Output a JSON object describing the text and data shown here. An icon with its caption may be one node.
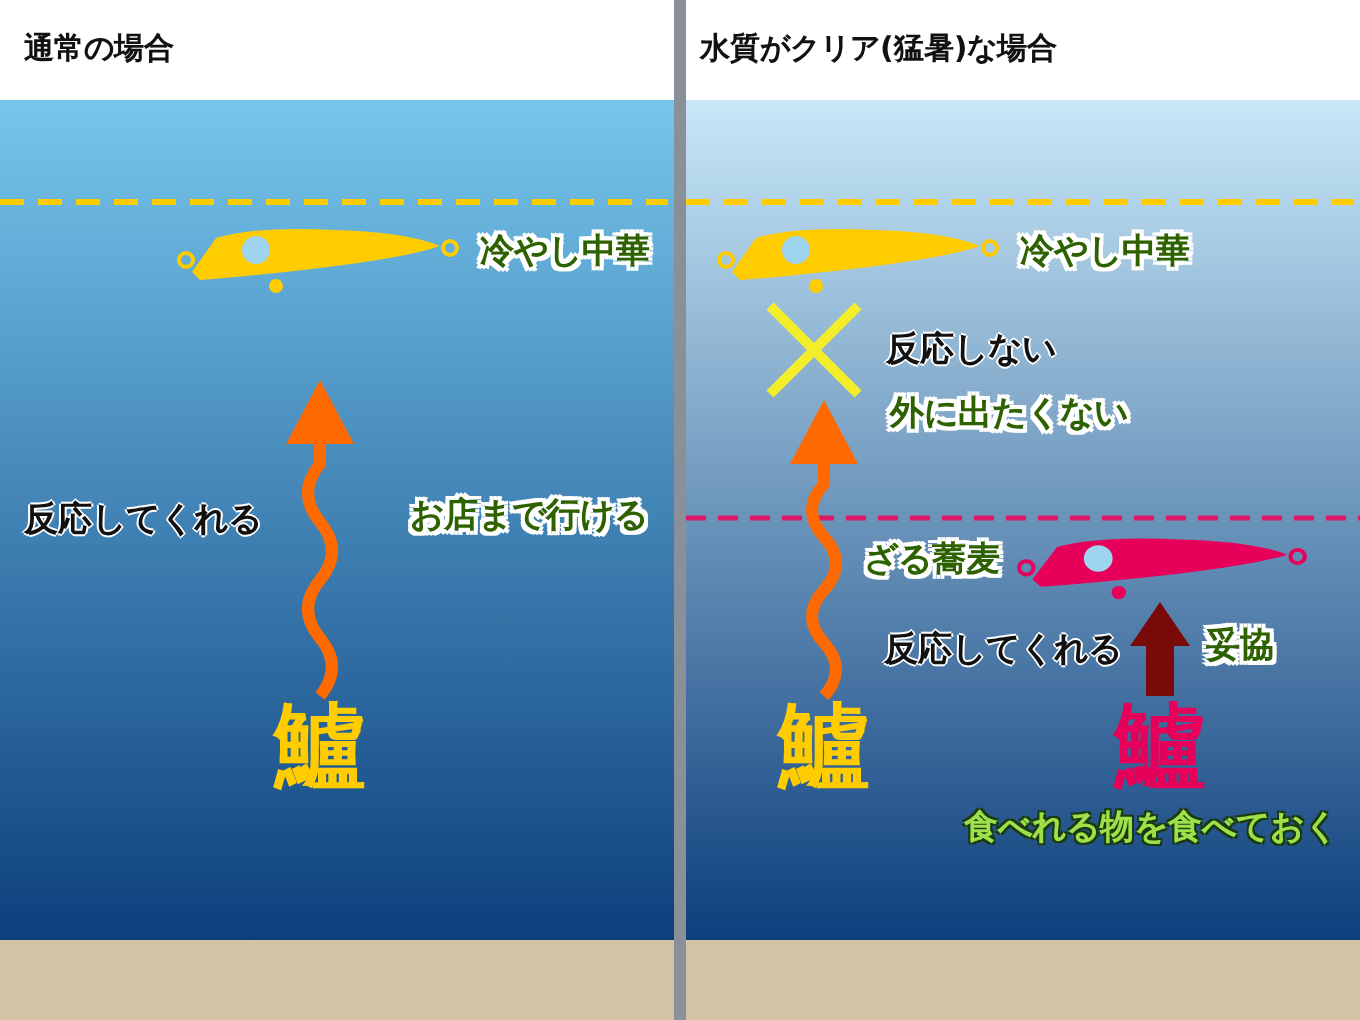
{
  "diagram": {
    "nodes": [
      {
        "text": [
          "通常の場合"
        ]
      },
      {
        "text": [
          "水質がクリア(猛暑)な場合"
        ]
      },
      {
        "text": [],
        "shape": "picture",
        "in": 0,
        "beside": [
          "冷やし中華"
        ]
      },
      {
        "text": [
          "鱸"
        ],
        "in": 0
      },
      {
        "text": [],
        "shape": "picture",
        "in": 1,
        "beside": [
          "冷やし中華"
        ]
      },
      {
        "text": [],
        "shape": "picture",
        "in": 1,
        "beside": [
          "ざる蕎麦"
        ]
      },
      {
        "text": [
          "鱸"
        ],
        "in": 1
      },
      {
        "text": [
          "鱸"
        ],
        "in": 1,
        "beside": [
          "食べれる物を食べておく"
        ]
      }
    ],
    "edges": [
      {
        "from": 3,
        "to": null,
        "arrow": "to"
      },
      {
        "from": 6,
        "to": null,
        "arrow": "to"
      },
      {
        "from": 7,
        "to": 5,
        "arrow": "to",
        "style": "thick",
        "color": "#7a0a0a"
      }
    ],
    "labels": [
      "反応してくれる",
      "お店まで行ける",
      "反応しない",
      "外に出たくない",
      "反応してくれる",
      "妥協"
    ]
  }
}
